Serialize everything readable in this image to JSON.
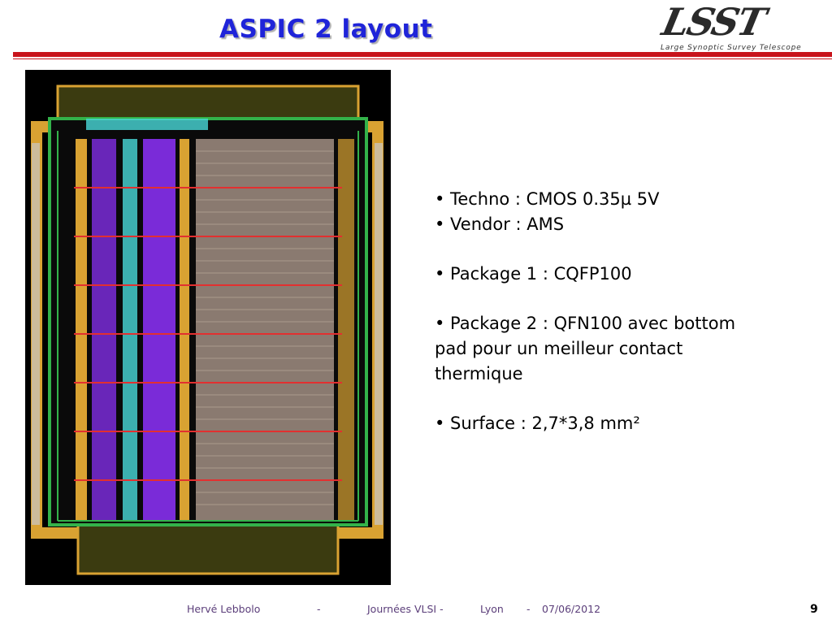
{
  "slide": {
    "title": "ASPIC 2 layout",
    "logo_text": "LSST",
    "logo_subtitle": "Large Synoptic Survey Telescope",
    "bullets": [
      "• Techno : CMOS 0.35µ 5V",
      "• Vendor  : AMS",
      "• Package 1  : CQFP100",
      "• Package 2 : QFN100 avec bottom",
      "pad pour un meilleur contact",
      "thermique",
      "• Surface : 2,7*3,8 mm²"
    ],
    "footer": {
      "author": "Hervé Lebbolo",
      "sep1": "-",
      "event": "Journées VLSI -",
      "city": "Lyon",
      "sep2": "-",
      "date": "07/06/2012"
    },
    "page_number": "9"
  },
  "colors": {
    "title": "#1f24d9",
    "rule": "#c8141c",
    "footer": "#5b3e7a",
    "die_background": "#000000",
    "die_purple": "#7a2bd8",
    "die_orange": "#d9a232",
    "die_green": "#33b24a",
    "die_cyan": "#48d8d8"
  },
  "image": {
    "content": "chip-layout"
  }
}
